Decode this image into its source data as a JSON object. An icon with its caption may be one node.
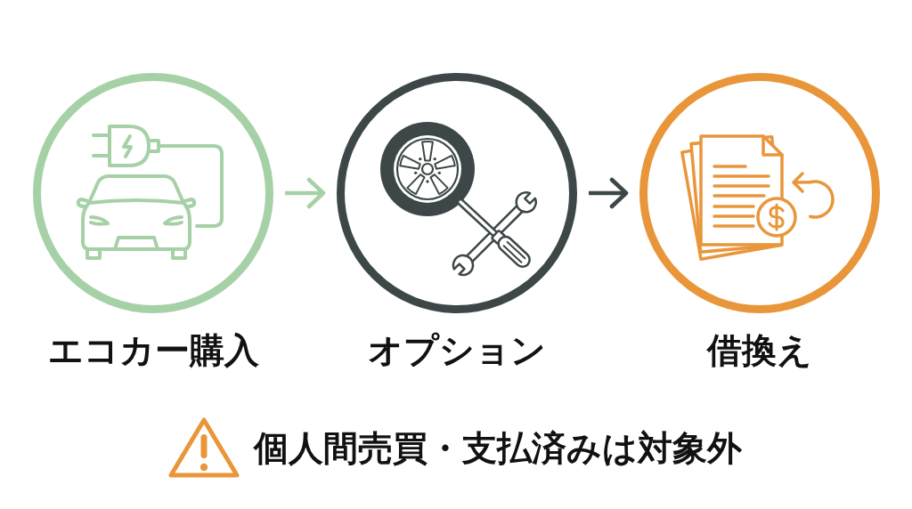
{
  "diagram": {
    "nodes": [
      {
        "text": [
          "エコカー購入"
        ]
      },
      {
        "text": [
          "オプション"
        ]
      },
      {
        "text": [
          "借換え"
        ]
      }
    ],
    "edges": [
      {
        "from": 0,
        "to": 1,
        "arrow": "to",
        "color": "#a6d1a7"
      },
      {
        "from": 1,
        "to": 2,
        "arrow": "to",
        "color": "#3d4747"
      }
    ],
    "labels": [
      "個人間売買・支払済みは対象外"
    ]
  }
}
